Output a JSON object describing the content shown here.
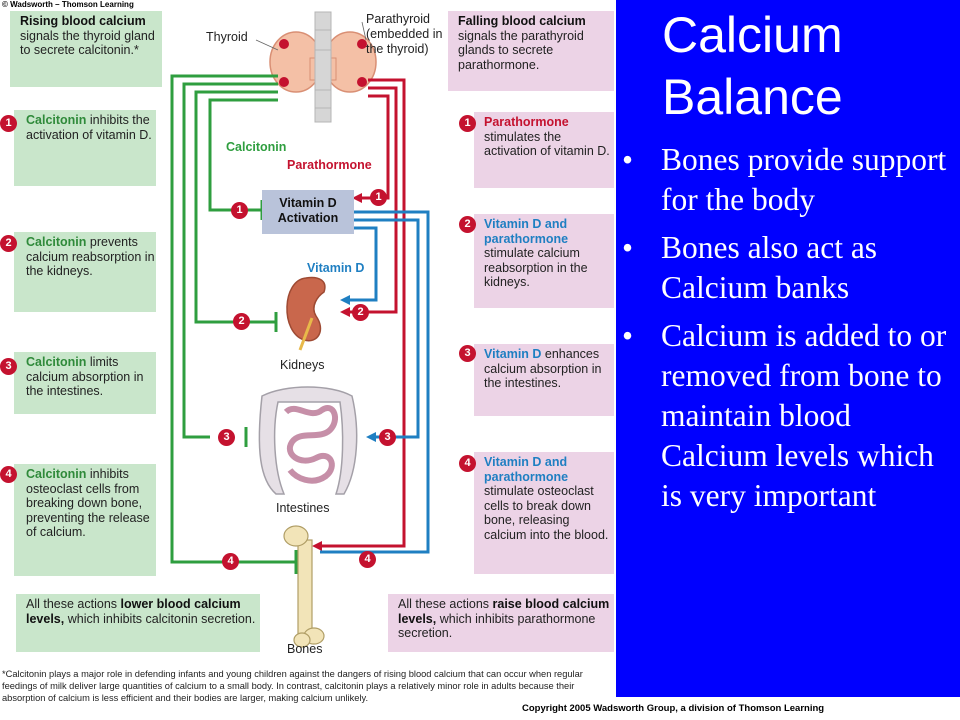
{
  "publisher": "© Wadsworth – Thomson Learning",
  "slide": {
    "title": "Calcium Balance",
    "bullets": [
      "Bones provide support for the body",
      "Bones also act as Calcium banks",
      "Calcium is added to or removed from bone to maintain blood Calcium levels which is very important"
    ]
  },
  "diagram": {
    "labels": {
      "thyroid": "Thyroid",
      "parathyroid": "Parathyroid (embedded in the thyroid)",
      "calcitonin": "Calcitonin",
      "parathormone": "Parathormone",
      "vitamin_d_activation": "Vitamin D Activation",
      "vitamin_d": "Vitamin D",
      "kidneys": "Kidneys",
      "intestines": "Intestines",
      "bones": "Bones"
    },
    "left": {
      "header_bold": "Rising blood calcium",
      "header_text": "signals the thyroid gland to secrete calcitonin.*",
      "steps": [
        {
          "num": "1",
          "bold": "Calcitonin",
          "text": "inhibits the activation of vitamin D."
        },
        {
          "num": "2",
          "bold": "Calcitonin",
          "text": "prevents calcium reabsorption in the kidneys."
        },
        {
          "num": "3",
          "bold": "Calcitonin",
          "text": "limits calcium absorption in the intestines."
        },
        {
          "num": "4",
          "bold": "Calcitonin",
          "text": "inhibits osteoclast cells from breaking down bone, preventing the release of calcium."
        }
      ],
      "footer_pre": "All these actions",
      "footer_bold": "lower blood calcium levels,",
      "footer_post": "which inhibits calcitonin secretion."
    },
    "right": {
      "header_bold": "Falling blood calcium",
      "header_text": "signals the parathyroid glands to secrete parathormone.",
      "steps": [
        {
          "num": "1",
          "bold": "Parathormone",
          "text": "stimulates the activation of vitamin D."
        },
        {
          "num": "2",
          "bold": "Vitamin D and parathormone",
          "text": "stimulate calcium reabsorption in the kidneys."
        },
        {
          "num": "3",
          "bold": "Vitamin D",
          "text": "enhances calcium absorption in the intestines."
        },
        {
          "num": "4",
          "bold": "Vitamin D and parathormone",
          "text": "stimulate osteoclast cells to break down bone, releasing calcium into the blood."
        }
      ],
      "footer_pre": "All these actions",
      "footer_bold": "raise blood calcium levels,",
      "footer_post": "which inhibits parathormone secretion."
    },
    "footnote": "*Calcitonin plays a major role in defending infants and young children against the dangers of rising blood calcium that can occur when regular feedings of milk deliver large quantities of calcium to a small body. In contrast, calcitonin plays a relatively minor role in adults because their absorption of calcium is less efficient and their bodies are larger, making calcium unlikely.",
    "colors": {
      "calcitonin": "#2f9e3f",
      "parathormone": "#c4122f",
      "vitamin_d": "#1f7fc2",
      "green_box": "#c9e6cb",
      "pink_box": "#ecd3e6"
    }
  },
  "copyright": "Copyright 2005 Wadsworth Group, a division of Thomson Learning"
}
